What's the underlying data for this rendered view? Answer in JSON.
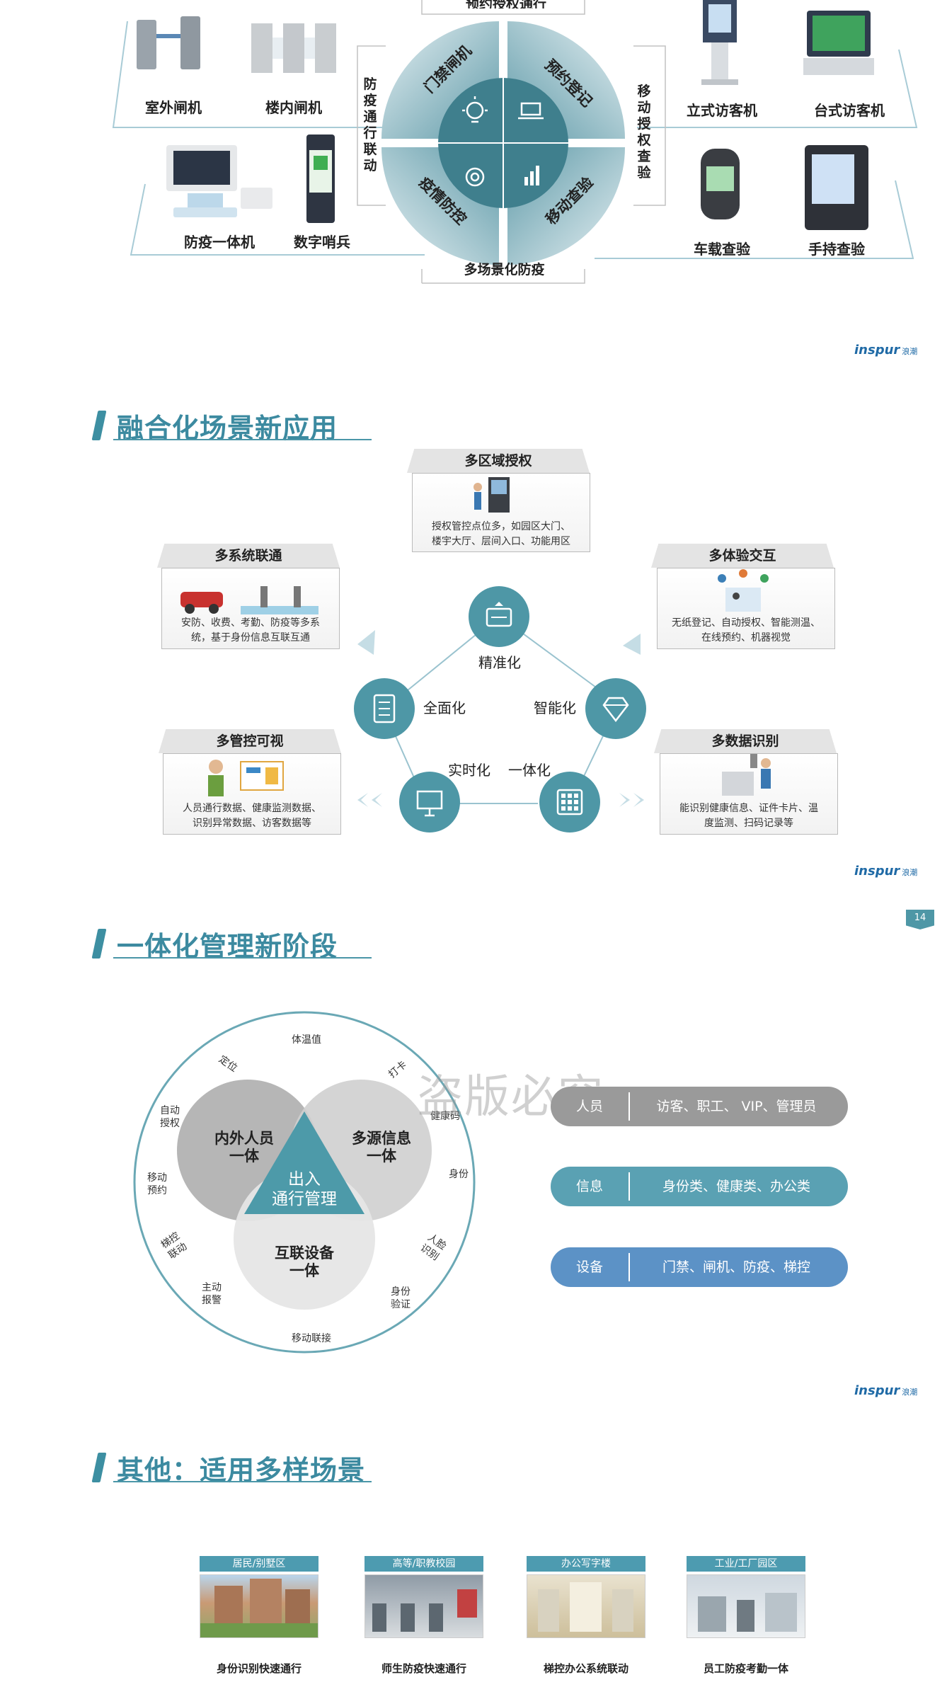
{
  "slide1": {
    "top_label": "预约授权通行",
    "bottom_label": "多场景化防疫",
    "left_vertical": "防疫通行联动",
    "right_vertical": "移动授权查验",
    "quadrants": [
      "门禁闸机",
      "预约登记",
      "疫情防控",
      "移动查验"
    ],
    "devices": {
      "outdoor_gate": "室外闸机",
      "indoor_gate": "楼内闸机",
      "stand_visitor": "立式访客机",
      "desk_visitor": "台式访客机",
      "epidemic_terminal": "防疫一体机",
      "digital_sentinel": "数字哨兵",
      "vehicle_check": "车载查验",
      "handheld_check": "手持查验"
    }
  },
  "brand": {
    "logo": "inspur",
    "cn": "浪潮"
  },
  "page_number": "14",
  "section2": {
    "title": "融合化场景新应用",
    "cards": {
      "multi_zone": {
        "head": "多区域授权",
        "text": [
          "授权管控点位多，如园区大门、",
          "楼宇大厅、层间入口、功能用区"
        ]
      },
      "multi_system": {
        "head": "多系统联通",
        "text": [
          "安防、收费、考勤、防疫等多系",
          "统，基于身份信息互联互通"
        ]
      },
      "multi_experience": {
        "head": "多体验交互",
        "text": [
          "无纸登记、自动授权、智能测温、",
          "在线预约、机器视觉"
        ]
      },
      "multi_control": {
        "head": "多管控可视",
        "text": [
          "人员通行数据、健康监测数据、",
          "识别异常数据、访客数据等"
        ]
      },
      "multi_data": {
        "head": "多数据识别",
        "text": [
          "能识别健康信息、证件卡片、温",
          "度监测、扫码记录等"
        ]
      }
    },
    "nodes": {
      "precise": "精准化",
      "comprehensive": "全面化",
      "intelligent": "智能化",
      "realtime": "实时化",
      "integrated": "一体化"
    }
  },
  "section3": {
    "title": "一体化管理新阶段",
    "circles": {
      "people": [
        "内外人员",
        "一体"
      ],
      "info": [
        "多源信息",
        "一体"
      ],
      "devices": [
        "互联设备",
        "一体"
      ]
    },
    "center": [
      "出入",
      "通行管理"
    ],
    "ring": {
      "temperature": "体温值",
      "punch": "打卡",
      "health_code": "健康码",
      "identity": "身份",
      "face": [
        "人脸",
        "识别"
      ],
      "id_verify": [
        "身份",
        "验证"
      ],
      "mobile_link": "移动联接",
      "alarm": [
        "主动",
        "报警"
      ],
      "elevator": [
        "梯控",
        "联动"
      ],
      "mobile_reserve": [
        "移动",
        "预约"
      ],
      "auto_auth": [
        "自动",
        "授权"
      ],
      "locate": "定位"
    },
    "watermark": "盗版必究",
    "pills": [
      {
        "key": "人员",
        "value": "访客、职工、 VIP、管理员",
        "color": "#9a9a9a"
      },
      {
        "key": "信息",
        "value": "身份类、健康类、办公类",
        "color": "#5aa1b3"
      },
      {
        "key": "设备",
        "value": "门禁、闸机、防疫、梯控",
        "color": "#5c92c6"
      }
    ]
  },
  "section4": {
    "title": "其他：适用多样场景",
    "scenes": [
      {
        "head": "居民/别墅区",
        "caption": "身份识别快速通行"
      },
      {
        "head": "高等/职教校园",
        "caption": "师生防疫快速通行"
      },
      {
        "head": "办公写字楼",
        "caption": "梯控办公系统联动"
      },
      {
        "head": "工业/工厂园区",
        "caption": "员工防疫考勤一体"
      }
    ]
  }
}
